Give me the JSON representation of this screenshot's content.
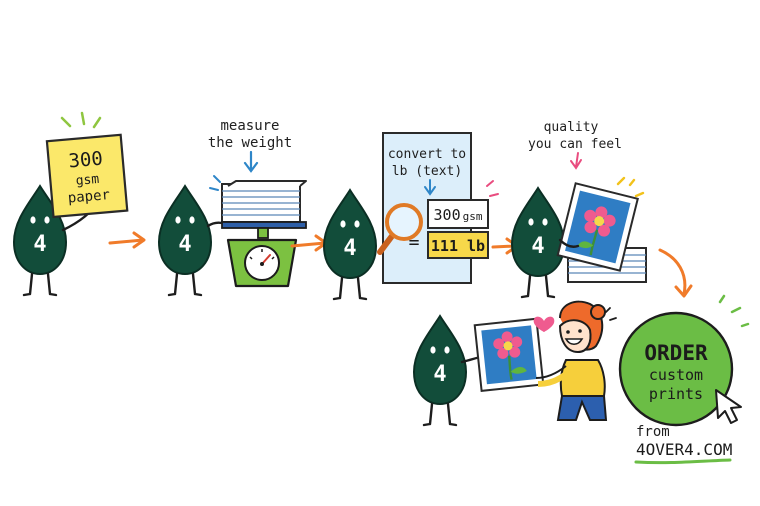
{
  "mascot_label": "4",
  "colors": {
    "mascot": "#124d3a",
    "arrow": "#f07b2a",
    "paper_yellow": "#fbe86a",
    "panel_blue": "#dceefa",
    "scale_green": "#7cc141",
    "order_green": "#6bbd45",
    "result_yellow": "#f7d84a"
  },
  "step1": {
    "paper_lines": [
      "300",
      "gsm",
      "paper"
    ]
  },
  "step2": {
    "caption_lines": [
      "measure",
      "the weight"
    ]
  },
  "step3": {
    "caption_lines": [
      "convert to",
      "lb (text)"
    ],
    "equals": "=",
    "gsm_value": "300",
    "gsm_unit": "gsm",
    "lb_result": "111 lb"
  },
  "step4": {
    "caption_lines": [
      "quality",
      "you can feel"
    ]
  },
  "order": {
    "badge_lines": [
      "ORDER",
      "custom",
      "prints"
    ],
    "from": "from",
    "site": "4OVER4.COM"
  }
}
